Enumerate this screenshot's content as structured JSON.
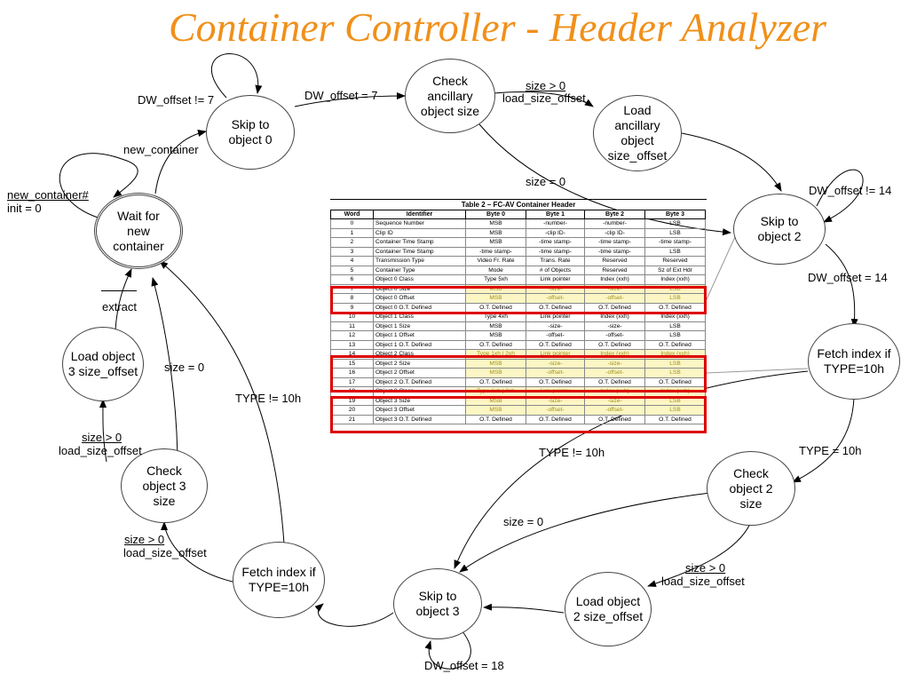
{
  "title": "Container Controller - Header Analyzer",
  "states": {
    "wait": "Wait for new container",
    "skip0": "Skip to object 0",
    "check_anc": "Check ancillary object size",
    "load_anc": "Load ancillary object size_offset",
    "skip2": "Skip to object 2",
    "fetch_right": "Fetch index if TYPE=10h",
    "check2": "Check object 2 size",
    "load2": "Load object 2 size_offset",
    "skip3": "Skip to object 3",
    "fetch_left": "Fetch index if TYPE=10h",
    "check3": "Check object 3 size",
    "load3": "Load object 3 size_offset"
  },
  "transitions": {
    "dw_ne7": "DW_offset != 7",
    "dw_eq7": "DW_offset = 7",
    "new_container": "new_container",
    "new_container_n": "new_container#",
    "init0": "init = 0",
    "size_gt0_anc": "size > 0",
    "load_size_offset_anc": "load_size_offset",
    "size0_anc": "size = 0",
    "dw_ne14": "DW_offset != 14",
    "dw_eq14": "DW_offset = 14",
    "type10_right": "TYPE = 10h",
    "type_ne10_right": "TYPE != 10h",
    "size0_obj2": "size = 0",
    "size_gt0_obj2": "size > 0",
    "load_size_offset_obj2": "load_size_offset",
    "dw_eq18": "DW_offset = 18",
    "size_gt0_left": "size > 0",
    "load_size_offset_left": "load_size_offset",
    "size_gt0_obj3": "size > 0",
    "load_size_offset_obj3": "load_size_offset",
    "size0_obj3": "size = 0",
    "type_ne10_left": "TYPE != 10h",
    "extract": "extract"
  },
  "table": {
    "caption": "Table 2 – FC-AV Container Header",
    "headers": [
      "Word",
      "Identifier",
      "Byte 0",
      "Byte 1",
      "Byte 2",
      "Byte 3"
    ],
    "rows": [
      [
        "0",
        "Sequence Number",
        "MSB",
        "-number-",
        "-number-",
        "LSB"
      ],
      [
        "1",
        "Clip ID",
        "MSB",
        "-clip ID-",
        "-clip ID-",
        "LSB"
      ],
      [
        "2",
        "Container Time Stamp",
        "MSB",
        "-time stamp-",
        "-time stamp-",
        "-time stamp-"
      ],
      [
        "3",
        "Container Time Stamp",
        "-time stamp-",
        "-time stamp-",
        "-time stamp-",
        "LSB"
      ],
      [
        "4",
        "Transmission Type",
        "Video Fr. Rate",
        "Trans. Rate",
        "Reserved",
        "Reserved"
      ],
      [
        "5",
        "Container Type",
        "Mode",
        "# of Objects",
        "Reserved",
        "Sz of Ext Hdr"
      ],
      [
        "6",
        "Object 0 Class",
        "Type 5xh",
        "Link pointer",
        "Index (xxh)",
        "Index (xxh)"
      ],
      [
        "7",
        "Object 0 Size",
        "MSB",
        "-size-",
        "-size-",
        "LSB"
      ],
      [
        "8",
        "Object 0 Offset",
        "MSB",
        "-offset-",
        "-offset-",
        "LSB"
      ],
      [
        "9",
        "Object 0 O.T. Defined",
        "O.T. Defined",
        "O.T. Defined",
        "O.T. Defined",
        "O.T. Defined"
      ],
      [
        "10",
        "Object 1 Class",
        "Type 4xh",
        "Link pointer",
        "Index (xxh)",
        "Index (xxh)"
      ],
      [
        "11",
        "Object 1 Size",
        "MSB",
        "-size-",
        "-size-",
        "LSB"
      ],
      [
        "12",
        "Object 1 Offset",
        "MSB",
        "-offset-",
        "-offset-",
        "LSB"
      ],
      [
        "13",
        "Object 1 O.T. Defined",
        "O.T. Defined",
        "O.T. Defined",
        "O.T. Defined",
        "O.T. Defined"
      ],
      [
        "14",
        "Object 2 Class",
        "Type 1xh | 2xh",
        "Link pointer",
        "Index (xxh)",
        "Index (xxh)"
      ],
      [
        "15",
        "Object 2 Size",
        "MSB",
        "-size-",
        "-size-",
        "LSB"
      ],
      [
        "16",
        "Object 2 Offset",
        "MSB",
        "-offset-",
        "-offset-",
        "LSB"
      ],
      [
        "17",
        "Object 2 O.T. Defined",
        "O.T. Defined",
        "O.T. Defined",
        "O.T. Defined",
        "O.T. Defined"
      ],
      [
        "18",
        "Object 3 Class",
        "Type 1xh | 2xh",
        "Link pointer",
        "Index (xxh)",
        "Index (xxh)"
      ],
      [
        "19",
        "Object 3 Size",
        "MSB",
        "-size-",
        "-size-",
        "LSB"
      ],
      [
        "20",
        "Object 3 Offset",
        "MSB",
        "-offset-",
        "-offset-",
        "LSB"
      ],
      [
        "21",
        "Object 3 O.T. Defined",
        "O.T. Defined",
        "O.T. Defined",
        "O.T. Defined",
        "O.T. Defined"
      ]
    ],
    "highlighted_rows": [
      7,
      8,
      14,
      15,
      16,
      18,
      19,
      20
    ],
    "highlight_color": "#dd0000"
  },
  "colors": {
    "title": "#f0901a",
    "highlight_fill": "#fbf6c4"
  }
}
